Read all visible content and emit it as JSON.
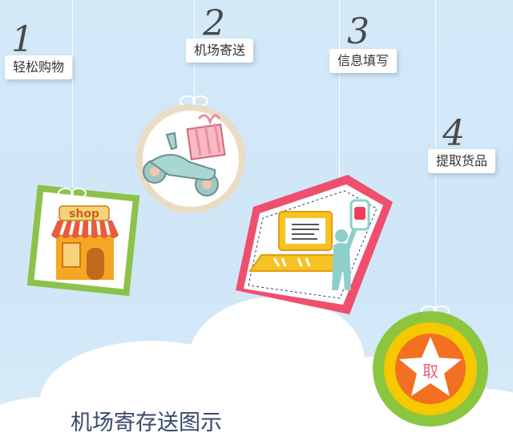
{
  "steps": [
    {
      "number": "1",
      "label": "轻松购物"
    },
    {
      "number": "2",
      "label": "机场寄送"
    },
    {
      "number": "3",
      "label": "信息填写"
    },
    {
      "number": "4",
      "label": "提取货品"
    }
  ],
  "shop_sign": "shop",
  "pickup_badge": "取",
  "caption": "机场寄存送图示",
  "colors": {
    "sky": "#d4e9f8",
    "shop_frame": "#8dc24a",
    "laptop_frame": "#ef4f6e",
    "badge_outer": "#8cc63f",
    "badge_mid": "#f5c800",
    "badge_inner": "#f36f21",
    "stamp_border": "#e9dcc3"
  }
}
